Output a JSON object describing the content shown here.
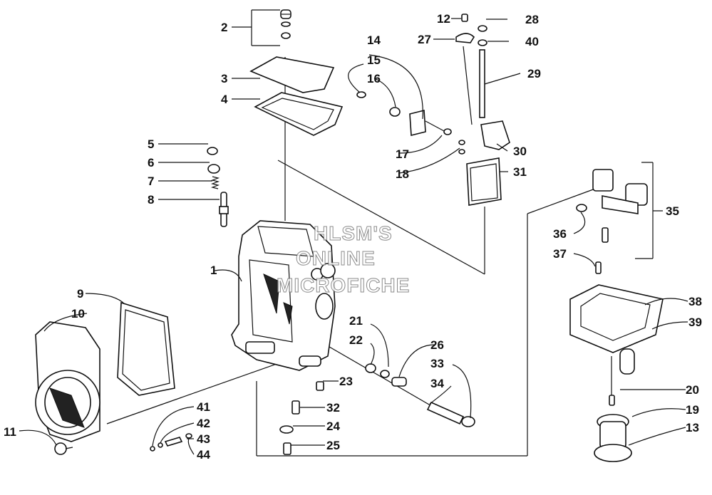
{
  "watermark": [
    "HLSM'S",
    "ONLINE",
    "MICROFICHE"
  ],
  "callouts": [
    "1",
    "2",
    "3",
    "4",
    "5",
    "6",
    "7",
    "8",
    "9",
    "10",
    "11",
    "12",
    "13",
    "14",
    "15",
    "16",
    "17",
    "18",
    "19",
    "20",
    "21",
    "22",
    "23",
    "24",
    "25",
    "26",
    "27",
    "28",
    "29",
    "30",
    "31",
    "32",
    "33",
    "34",
    "35",
    "36",
    "37",
    "38",
    "39",
    "40",
    "41",
    "42",
    "43",
    "44"
  ]
}
